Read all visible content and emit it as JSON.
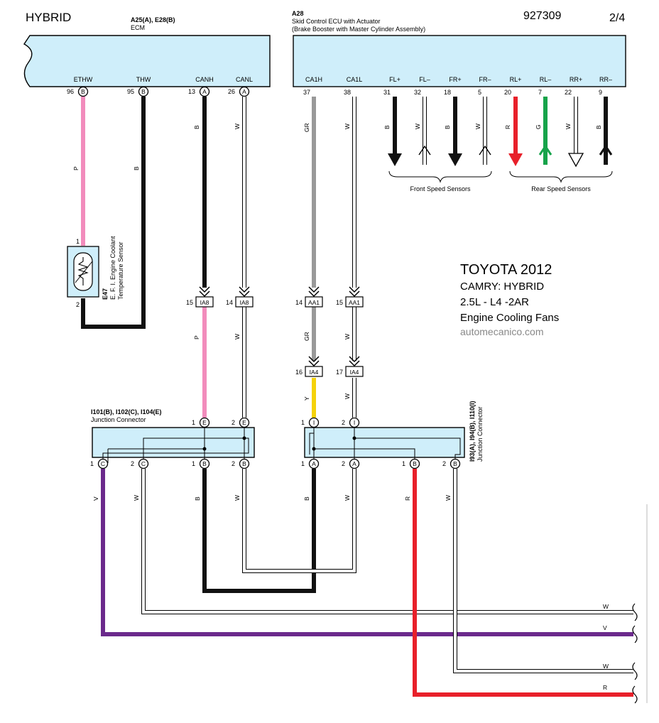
{
  "header": {
    "system": "HYBRID",
    "code": "927309",
    "page": "2/4"
  },
  "ecm": {
    "connectors": "A25(A), E28(B)",
    "name": "ECM",
    "pins": [
      {
        "label": "ETHW",
        "num": "96",
        "conn": "B"
      },
      {
        "label": "THW",
        "num": "95",
        "conn": "B"
      },
      {
        "label": "CANH",
        "num": "13",
        "conn": "A"
      },
      {
        "label": "CANL",
        "num": "26",
        "conn": "A"
      }
    ]
  },
  "skid": {
    "code": "A28",
    "name": "Skid Control ECU with Actuator",
    "sub": "(Brake Booster with Master Cylinder Assembly)",
    "pins": [
      {
        "label": "CA1H",
        "num": "37",
        "wire": "GR"
      },
      {
        "label": "CA1L",
        "num": "38",
        "wire": "W"
      },
      {
        "label": "FL+",
        "num": "31",
        "wire": "B"
      },
      {
        "label": "FL–",
        "num": "32",
        "wire": "W"
      },
      {
        "label": "FR+",
        "num": "18",
        "wire": "B"
      },
      {
        "label": "FR–",
        "num": "5",
        "wire": "W"
      },
      {
        "label": "RL+",
        "num": "20",
        "wire": "R"
      },
      {
        "label": "RL–",
        "num": "7",
        "wire": "G"
      },
      {
        "label": "RR+",
        "num": "22",
        "wire": "W"
      },
      {
        "label": "RR–",
        "num": "9",
        "wire": "B"
      }
    ],
    "front_label": "Front Speed Sensors",
    "rear_label": "Rear Speed Sensors"
  },
  "sensor": {
    "code": "E47",
    "line1": "E. F. I. Engine Coolant",
    "line2": "Temperature Sensor",
    "pin_top": "1",
    "pin_bottom": "2"
  },
  "wire_labels": {
    "p": "P",
    "b": "B",
    "w": "W",
    "gr": "GR",
    "y": "Y",
    "v": "V",
    "r": "R"
  },
  "inline": [
    {
      "num": "15",
      "name": "IA8"
    },
    {
      "num": "14",
      "name": "IA8"
    },
    {
      "num": "14",
      "name": "AA1"
    },
    {
      "num": "15",
      "name": "AA1"
    },
    {
      "num": "16",
      "name": "IA4"
    },
    {
      "num": "17",
      "name": "IA4"
    }
  ],
  "junction_left": {
    "title": "I101(B), I102(C), I104(E)",
    "sub": "Junction Connector",
    "top": [
      {
        "num": "1",
        "conn": "E"
      },
      {
        "num": "2",
        "conn": "E"
      }
    ],
    "bottom": [
      {
        "num": "1",
        "conn": "C"
      },
      {
        "num": "2",
        "conn": "C"
      },
      {
        "num": "1",
        "conn": "B"
      },
      {
        "num": "2",
        "conn": "B"
      }
    ]
  },
  "junction_right": {
    "title": "I93(A), I94(B), I110(I)",
    "sub": "Junction Connector",
    "top": [
      {
        "num": "1",
        "conn": "I"
      },
      {
        "num": "2",
        "conn": "I"
      }
    ],
    "bottom": [
      {
        "num": "1",
        "conn": "A"
      },
      {
        "num": "2",
        "conn": "A"
      },
      {
        "num": "1",
        "conn": "B"
      },
      {
        "num": "2",
        "conn": "B"
      }
    ]
  },
  "info": {
    "line1": "TOYOTA 2012",
    "line2": "CAMRY: HYBRID",
    "line3": "2.5L - L4 -2AR",
    "line4": "Engine Cooling Fans",
    "line5": "automecanico.com"
  },
  "colors": {
    "box_fill": "#cfeefa",
    "pink": "#f28cbc",
    "black": "#111111",
    "white_wire": "#ffffff",
    "gray": "#999999",
    "red": "#e8202a",
    "green": "#16a34a",
    "yellow": "#f5d20a",
    "purple": "#6b2a8c"
  }
}
